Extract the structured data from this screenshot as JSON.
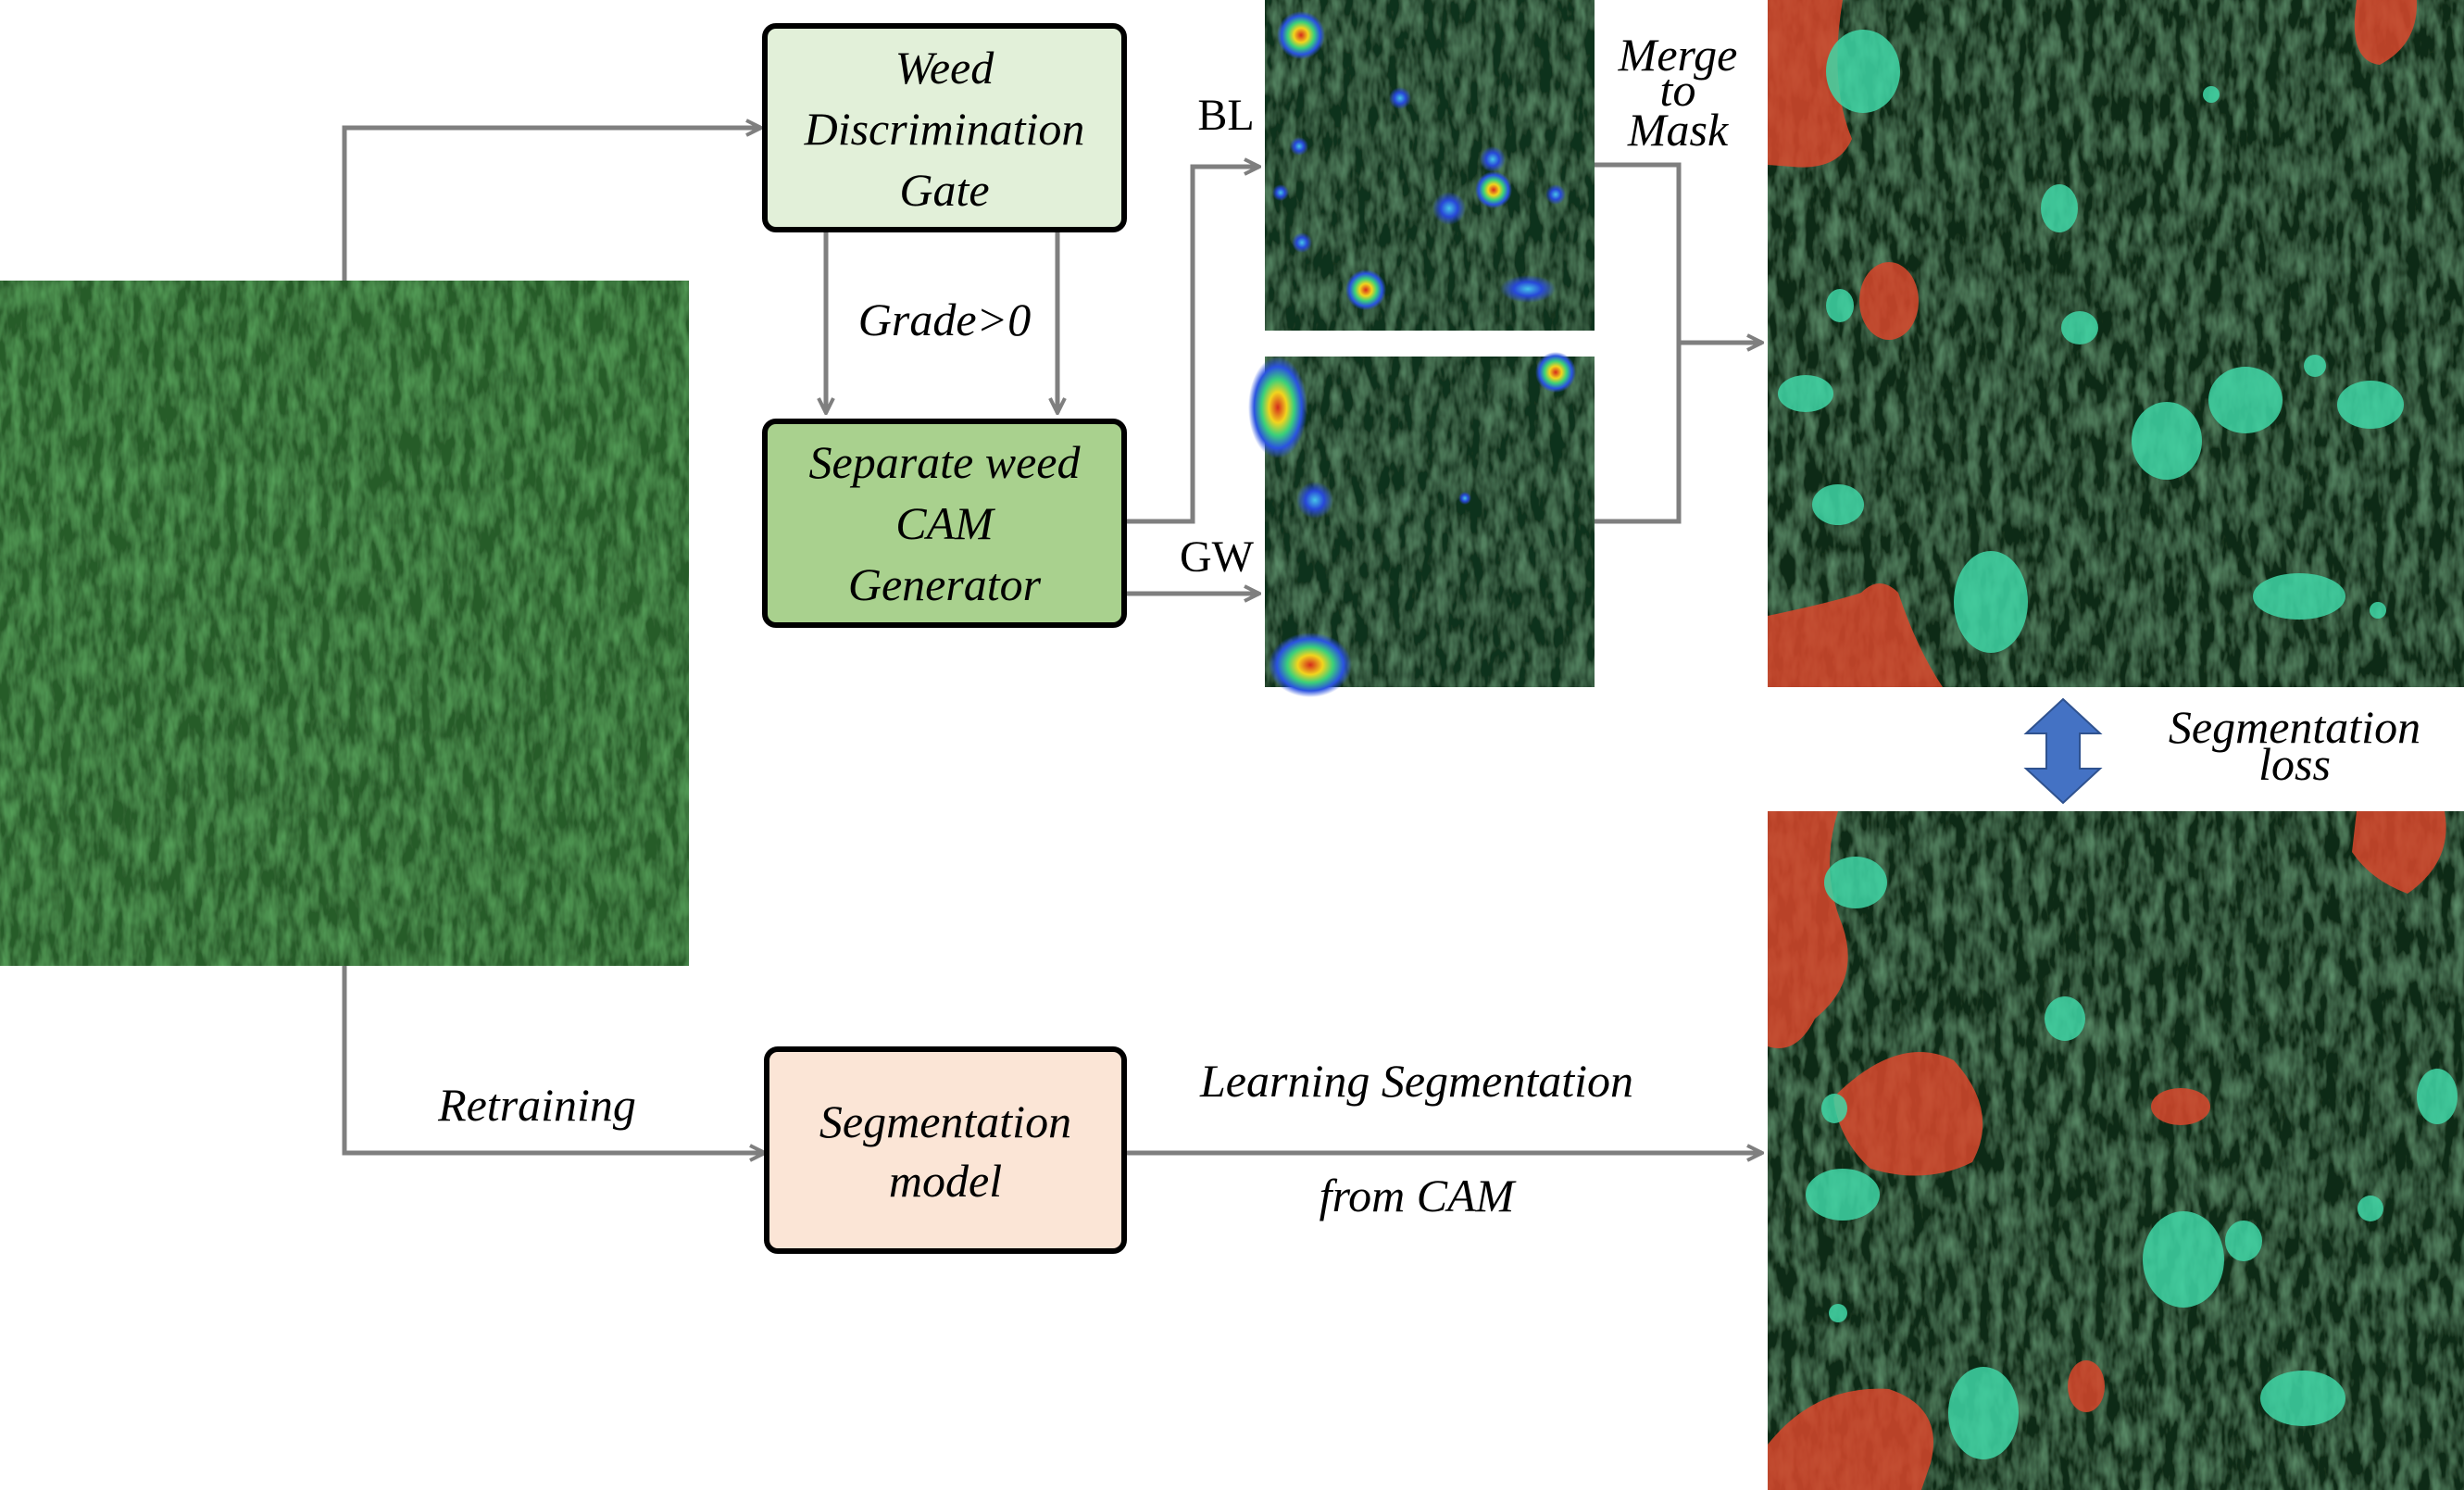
{
  "boxes": {
    "gate": {
      "lines": [
        "Weed",
        "Discrimination",
        "Gate"
      ],
      "fill": "#e2f0d9"
    },
    "cam": {
      "lines": [
        "Separate weed",
        "CAM",
        "Generator"
      ],
      "fill": "#a9d18e"
    },
    "seg": {
      "lines": [
        "Segmentation",
        "model"
      ],
      "fill": "#fbe5d6"
    }
  },
  "labels": {
    "grade": "Grade>0",
    "bl": "BL",
    "gw": "GW",
    "merge": [
      "Merge",
      "to",
      "Mask"
    ],
    "retraining": "Retraining",
    "learning": "Learning Segmentation",
    "from_cam": "from CAM",
    "seg_loss": [
      "Segmentation",
      "loss"
    ]
  },
  "colors": {
    "grass_dark": "#0e2a14",
    "grass_mid": "#1f4d24",
    "grass_light": "#4f8f3c",
    "weed_teal": "#3fd6a6",
    "weed_red": "#d8462c",
    "arrow_gray": "#7f7f7f",
    "double_arrow_blue": "#4472c4"
  }
}
